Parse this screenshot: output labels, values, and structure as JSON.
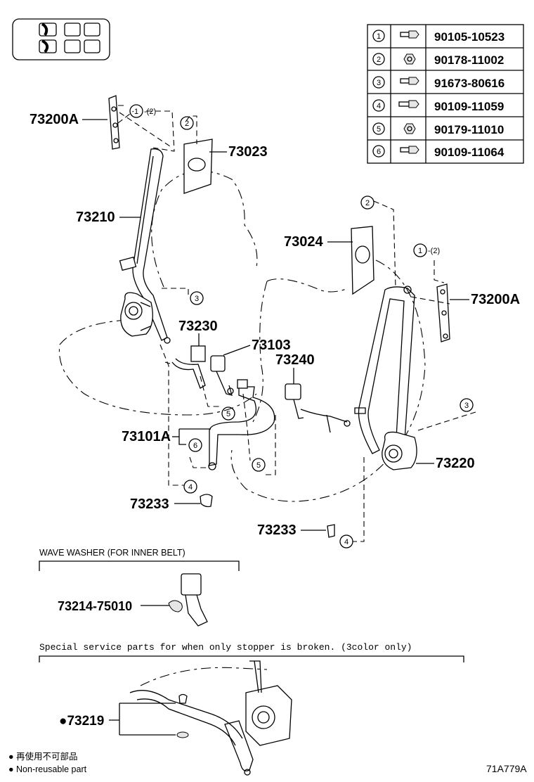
{
  "parts_table": [
    {
      "index": "1",
      "part_no": "90105-10523",
      "icon": "bolt-icon"
    },
    {
      "index": "2",
      "part_no": "90178-11002",
      "icon": "nut-icon"
    },
    {
      "index": "3",
      "part_no": "91673-80616",
      "icon": "bolt-icon"
    },
    {
      "index": "4",
      "part_no": "90109-11059",
      "icon": "bolt-icon"
    },
    {
      "index": "5",
      "part_no": "90179-11010",
      "icon": "nut-icon"
    },
    {
      "index": "6",
      "part_no": "90109-11064",
      "icon": "bolt-icon"
    }
  ],
  "callouts": {
    "p73200A_left": "73200A",
    "p73023": "73023",
    "p73210": "73210",
    "p73024": "73024",
    "p73200A_right": "73200A",
    "p73230": "73230",
    "p73103": "73103",
    "p73240": "73240",
    "p73101A": "73101A",
    "p73220": "73220",
    "p73233_left": "73233",
    "p73233_right": "73233",
    "p73214": "73214-75010",
    "p73219": "●73219"
  },
  "circle_refs": {
    "one": "1",
    "two": "2",
    "three": "3",
    "four": "4",
    "five": "5",
    "six": "6",
    "paren_two": "-(2)"
  },
  "sections": {
    "wave_washer": "WAVE WASHER (FOR INNER BELT)",
    "special_service": "Special service parts for when only stopper is broken. (3color only)"
  },
  "legend": {
    "jp": "● 再使用不可部品",
    "en": "● Non-reusable part"
  },
  "figure_code": "71A779A"
}
